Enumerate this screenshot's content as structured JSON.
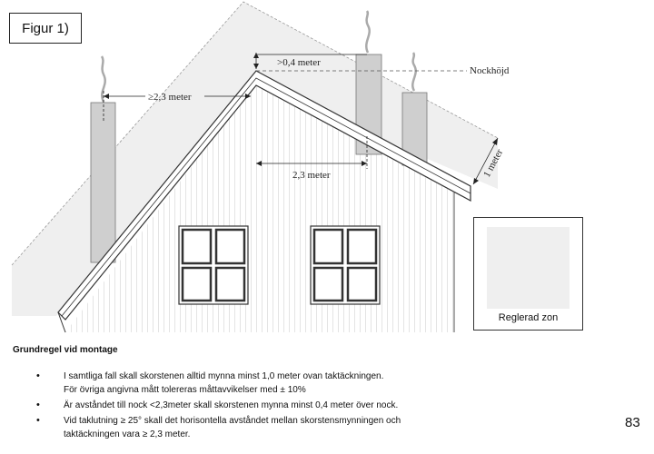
{
  "figure_label": "Figur 1)",
  "dimensions": {
    "left_chimney_distance": "≥2,3 meter",
    "height_above_ridge": ">0,4 meter",
    "ridge_label": "Nockhöjd",
    "horizontal_distance": "2,3 meter",
    "roof_offset": "1 meter"
  },
  "legend": {
    "label": "Reglerad zon",
    "swatch_color": "#efefef"
  },
  "rules": {
    "heading": "Grundregel vid montage",
    "items": [
      {
        "text": "I samtliga fall skall skorstenen alltid mynna minst 1,0 meter ovan taktäckningen.",
        "sub": "För övriga angivna mått tolereras måttavvikelser med ± 10%"
      },
      {
        "text": "Är avståndet till nock <2,3meter skall skorstenen mynna minst 0,4 meter över nock.",
        "sub": ""
      },
      {
        "text": "Vid taklutning ≥ 25° skall det horisontella avståndet mellan skorstensmynningen och",
        "sub": "taktäckningen vara ≥ 2,3 meter."
      }
    ]
  },
  "page_number": "83"
}
